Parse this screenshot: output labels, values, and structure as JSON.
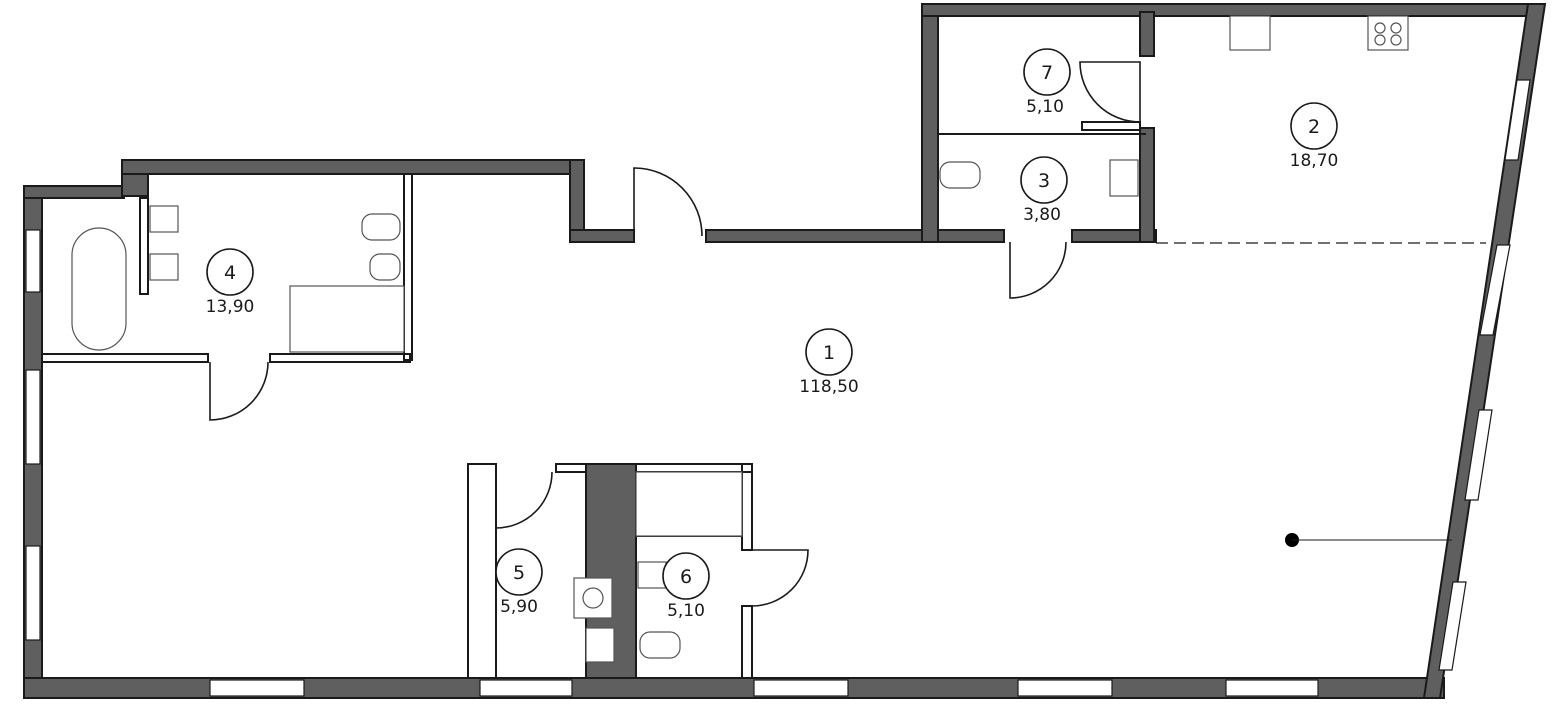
{
  "rooms": [
    {
      "number": "1",
      "area": "118,50"
    },
    {
      "number": "2",
      "area": "18,70"
    },
    {
      "number": "3",
      "area": "3,80"
    },
    {
      "number": "4",
      "area": "13,90"
    },
    {
      "number": "5",
      "area": "5,90"
    },
    {
      "number": "6",
      "area": "5,10"
    },
    {
      "number": "7",
      "area": "5,10"
    }
  ],
  "colors": {
    "wall": "#5f5f5f",
    "line": "#1a1a1a"
  }
}
